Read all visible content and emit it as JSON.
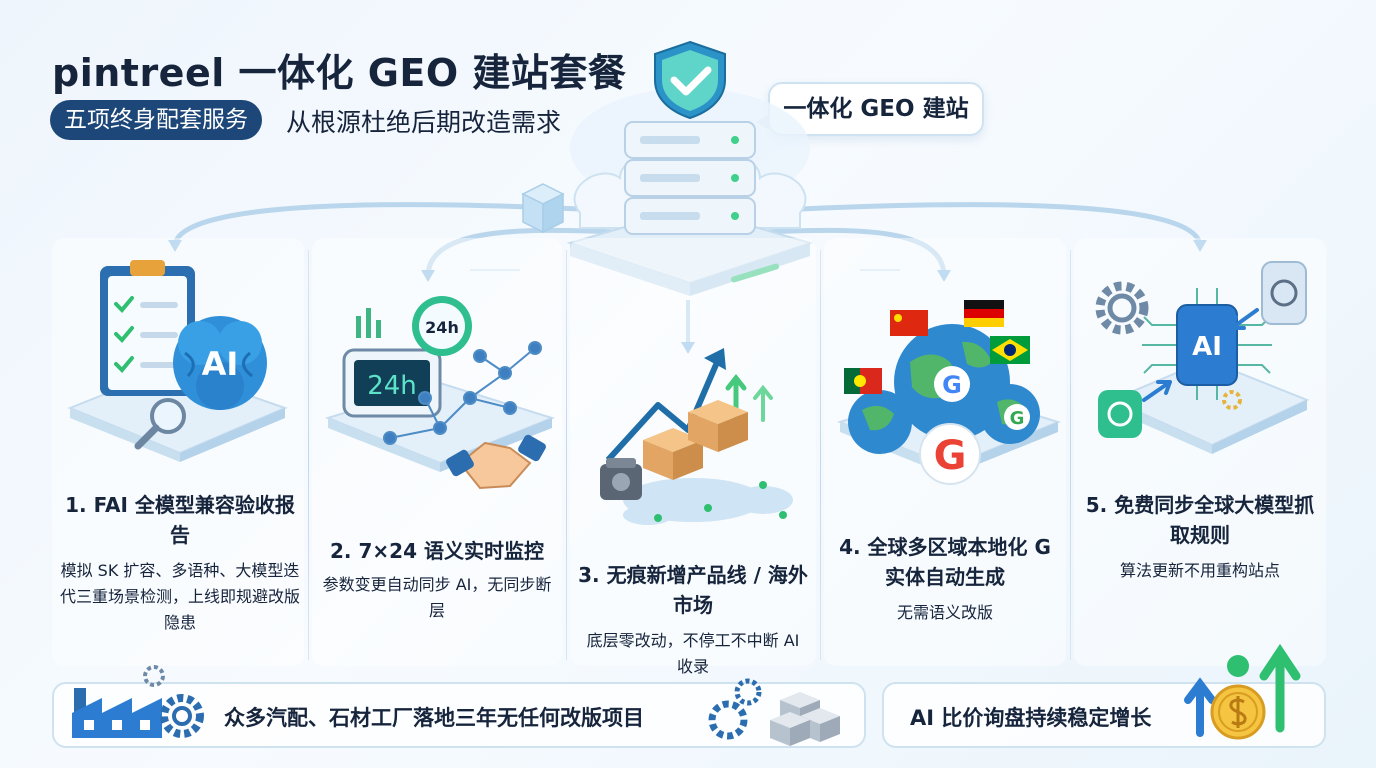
{
  "header": {
    "title": "pintreel 一体化 GEO 建站套餐",
    "pill": "五项终身配套服务",
    "subtitle": "从根源杜绝后期改造需求",
    "bubble": "一体化 GEO 建站"
  },
  "icons": {
    "ai_badge": "AI",
    "clock_badge": "24h",
    "display": "24h",
    "chip": "AI",
    "google": "G"
  },
  "cards": [
    {
      "title": "1. FAI 全模型兼容验收报告",
      "desc": "模拟 SK 扩容、多语种、大模型迭代三重场景检测，上线即规避改版隐患"
    },
    {
      "title": "2. 7×24 语义实时监控",
      "desc": "参数变更自动同步 AI，无同步断层"
    },
    {
      "title": "3. 无痕新增产品线 / 海外市场",
      "desc": "底层零改动，不停工不中断 AI 收录"
    },
    {
      "title": "4. 全球多区域本地化 G 实体自动生成",
      "desc": "无需语义改版"
    },
    {
      "title": "5. 免费同步全球大模型抓取规则",
      "desc": "算法更新不用重构站点"
    }
  ],
  "bottom": {
    "left": "众多汽配、石材工厂落地三年无任何改版项目",
    "right": "AI 比价询盘持续稳定增长"
  },
  "colors": {
    "navy": "#1d4778",
    "accent": "#2e84d6",
    "green": "#2fbf71"
  }
}
